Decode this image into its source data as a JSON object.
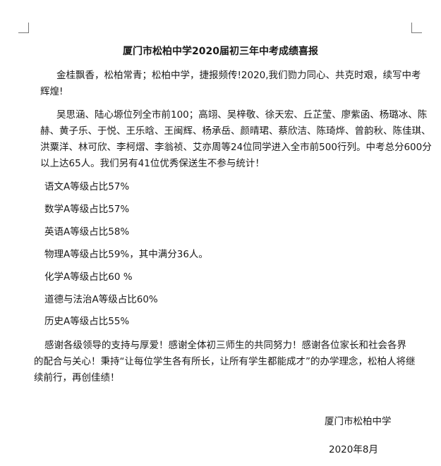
{
  "title": "厦门市松柏中学2020届初三年中考成绩喜报",
  "intro": [
    "金桂飘香，松柏常青；松柏中学，捷报频传!2020,我们勠力同心、共克时艰，续写中考",
    "辉煌!"
  ],
  "students": [
    "吴思涵、陆心塬位列全市前100；高翊、吴梓敬、徐天宏、丘芷莹、廖紫函、杨璐冰、陈",
    "赫、黄子乐、于悦、王乐晗、王闽辉、杨承岳、颜晴珺、蔡欣洁、陈琦烨、曾韵秋、陈佳琪、",
    "洪粟洋、林可欣、李柯熠、李翁祯、艾亦周等24位同学进入全市前500行列。中考总分600分",
    "以上达65人。我们另有41位优秀保送生不参与统计！"
  ],
  "subjects": [
    "语文A等级占比57%",
    "数学A等级占比57%",
    "英语A等级占比58%",
    "物理A等级占比59%，其中满分36人。",
    "化学A等级占比60 %",
    "道德与法治A等级占比60%",
    "历史A等级占比55%"
  ],
  "thanks": [
    "感谢各级领导的支持与厚爱！感谢全体初三师生的共同努力！感谢各位家长和社会各界",
    "的配合与关心！秉持“让每位学生各有所长，让所有学生都能成才”的办学理念，松柏人将继",
    "续前行，再创佳绩！"
  ],
  "signature": "厦门市松柏中学",
  "date": "2020年8月"
}
